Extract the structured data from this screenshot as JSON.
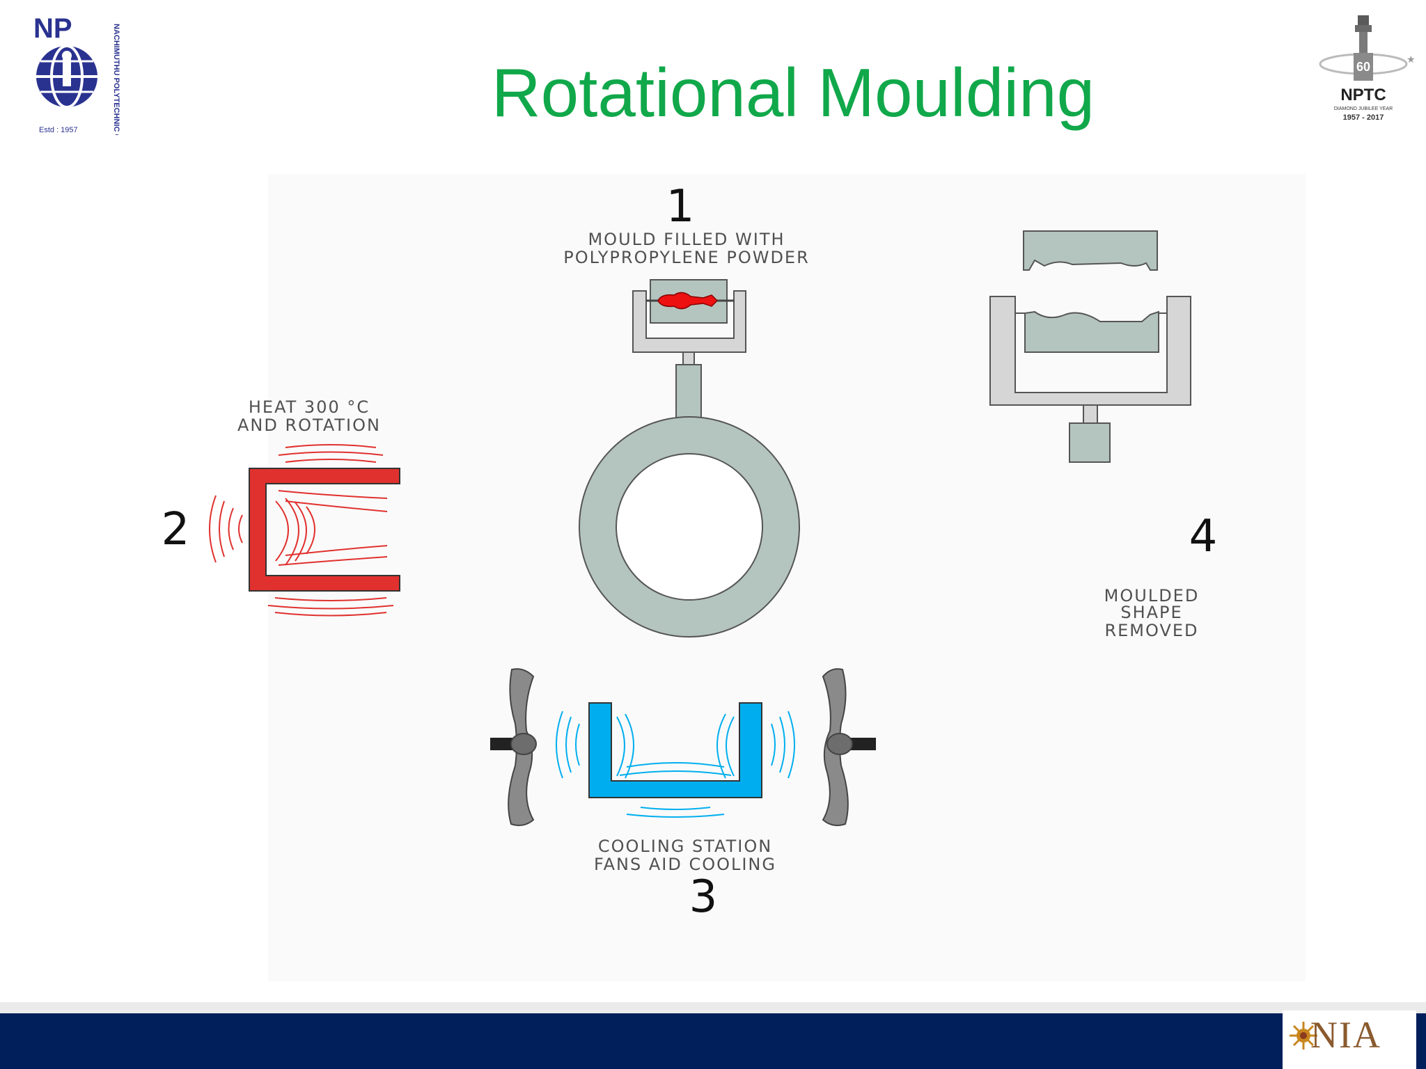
{
  "slide": {
    "title": "Rotational Moulding",
    "title_color": "#10a84a",
    "footer_color": "#011f5b"
  },
  "logos": {
    "left": {
      "initials": "NP",
      "ring_text": "NACHIMUTHU POLYTECHNIC COLLEGE POLLACHI",
      "estd": "Estd : 1957",
      "color": "#2a3290"
    },
    "right": {
      "number": "60",
      "name": "NPTC",
      "tagline": "DIAMOND JUBILEE YEAR",
      "years": "1957 - 2017"
    },
    "footer": {
      "name": "NIA"
    }
  },
  "steps": [
    {
      "number": "1",
      "label_lines": [
        "MOULD FILLED WITH",
        "POLYPROPYLENE POWDER"
      ]
    },
    {
      "number": "2",
      "label_lines": [
        "HEAT 300 °C",
        "AND ROTATION"
      ]
    },
    {
      "number": "3",
      "label_lines": [
        "COOLING STATION",
        "FANS AID COOLING"
      ]
    },
    {
      "number": "4",
      "label_lines": [
        "MOULDED",
        "SHAPE",
        "REMOVED"
      ]
    }
  ],
  "colors": {
    "heat": "#e0312e",
    "cool": "#00aeef",
    "mould": "#b4c4bf",
    "frame": "#d6d6d6",
    "fan": "#8a8a8a",
    "powder": "#ee1111"
  }
}
